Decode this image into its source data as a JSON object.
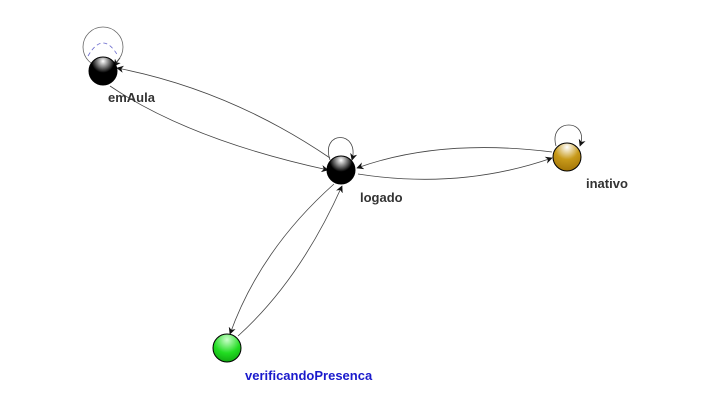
{
  "diagram": {
    "type": "state-transition-graph",
    "nodes": [
      {
        "id": "emAula",
        "label": "emAula",
        "fill": "#000000",
        "highlight": "#ffffff",
        "label_color": "#333333",
        "self_loop": true
      },
      {
        "id": "logado",
        "label": "logado",
        "fill": "#000000",
        "highlight": "#ffffff",
        "label_color": "#333333",
        "self_loop": true
      },
      {
        "id": "inativo",
        "label": "inativo",
        "fill": "#c89a1a",
        "highlight": "#ffffff",
        "label_color": "#333333",
        "self_loop": true
      },
      {
        "id": "verificandoPresenca",
        "label": "verificandoPresenca",
        "fill": "#22dd22",
        "highlight": "#ccffcc",
        "label_color": "#1a1acc",
        "self_loop": false
      }
    ],
    "edges": [
      {
        "from": "emAula",
        "to": "logado"
      },
      {
        "from": "logado",
        "to": "emAula"
      },
      {
        "from": "logado",
        "to": "inativo"
      },
      {
        "from": "inativo",
        "to": "logado"
      },
      {
        "from": "logado",
        "to": "verificandoPresenca"
      },
      {
        "from": "verificandoPresenca",
        "to": "logado"
      },
      {
        "from": "emAula",
        "to": "emAula"
      },
      {
        "from": "logado",
        "to": "logado"
      },
      {
        "from": "inativo",
        "to": "inativo"
      }
    ]
  }
}
